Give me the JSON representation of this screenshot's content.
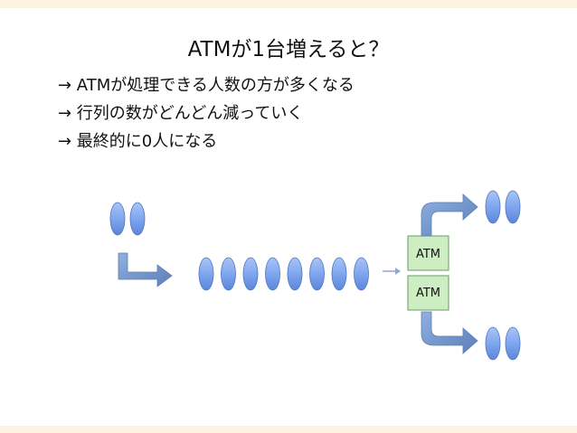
{
  "slide": {
    "title": "ATMが1台増えると？",
    "bullets": [
      "→ ATMが処理できる人数の方が多くなる",
      "→ 行列の数がどんどん減っていく",
      "→ 最終的に0人になる"
    ]
  },
  "diagram": {
    "atm_labels": [
      "ATM",
      "ATM"
    ],
    "queue_people": 8,
    "incoming_people": 2,
    "outgoing_top_people": 2,
    "outgoing_bottom_people": 2,
    "colors": {
      "person": "#7fa6ee",
      "arrow": "#6f8fc4",
      "atm_fill": "#cdeec3",
      "atm_border": "#6a9a60"
    }
  }
}
